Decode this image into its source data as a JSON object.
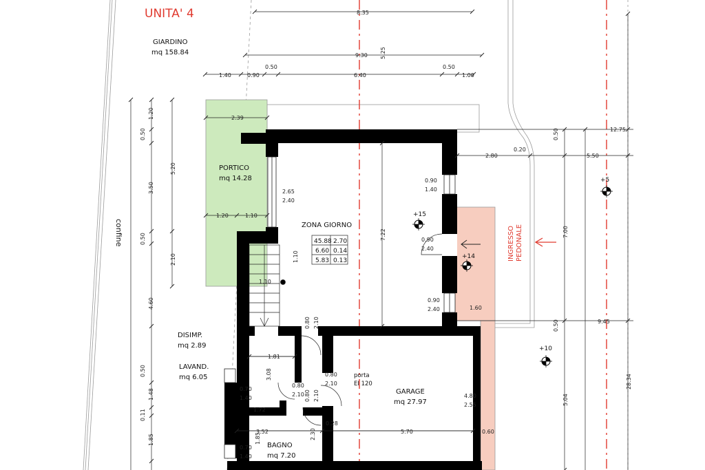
{
  "title": "UNITA' 4",
  "colors": {
    "accent": "#e03a2f",
    "portico_fill": "#cdeabd",
    "entry_fill": "#f7cdbf",
    "wall": "#000000"
  },
  "labels": {
    "giardino": "GIARDINO",
    "giardino_area": "mq 158.84",
    "portico": "PORTICO",
    "portico_area": "mq 14.28",
    "zona_giorno": "ZONA GIORNO",
    "disimp": "DISIMP.",
    "disimp_area": "mq 2.89",
    "lavand": "LAVAND.",
    "lavand_area": "mq 6.05",
    "bagno": "BAGNO",
    "bagno_area": "mq 7.20",
    "garage": "GARAGE",
    "garage_area": "mq 27.97",
    "porta": "porta",
    "porta_ei": "EI 120",
    "confine": "confine",
    "ingresso_1": "INGRESSO",
    "ingresso_2": "PEDONALE"
  },
  "zona_table": [
    [
      "45.88",
      "2.70"
    ],
    [
      "6.60",
      "0.14"
    ],
    [
      "5.83",
      "0.13"
    ]
  ],
  "levels": {
    "l15": "+15",
    "l14": "+14",
    "l5": "+5",
    "l10": "+10"
  },
  "dims": {
    "top_835": "8.35",
    "top_930": "9.30",
    "top_525": "5.25",
    "r3_140": "1.40",
    "r3_090": "0.90",
    "r3_050a": "0.50",
    "r3_640": "6.40",
    "r3_050b": "0.50",
    "r3_100": "1.00",
    "portico_239": "2.39",
    "portico_120": "1.20",
    "portico_110": "1.10",
    "portico_265": "2.65",
    "portico_240": "2.40",
    "zg_722": "7.22",
    "zg_110a": "1.10",
    "zg_110b": "1.10",
    "win_090a": "0.90",
    "win_140": "1.40",
    "door_090": "0.90",
    "door_240": "2.40",
    "win_090b": "0.90",
    "win_240": "2.40",
    "ing_160": "1.60",
    "r_280": "2.80",
    "r_020": "0.20",
    "r_1275": "12.75",
    "r_550": "5.50",
    "r_945": "9.45",
    "r_700": "7.00",
    "r_050a": "0.50",
    "r_050b": "0.50",
    "r_504": "5.04",
    "r_2834": "28.34",
    "l_120": "1.20",
    "l_050a": "0.50",
    "l_350": "3.50",
    "l_050b": "0.50",
    "l_460": "4.60",
    "l_050c": "0.50",
    "l_148": "1.48",
    "l_011": "0.11",
    "l_185": "1.85",
    "l_520": "5.20",
    "l_210": "2.10",
    "d_080a": "0.80",
    "d_210a": "2.10",
    "d_181": "1.81",
    "d_308": "3.08",
    "d_080b": "0.80",
    "d_210b": "2.10",
    "d_080c": "0.80",
    "d_210c": "2.10",
    "d_080d": "0.80",
    "d_210d": "2.10",
    "d_070a": "0.70",
    "d_140a": "1.40",
    "d_172": "1.72",
    "d_352": "3.52",
    "d_185": "1.85",
    "d_230": "2.30",
    "d_028": "0.28",
    "d_570": "5.70",
    "d_060": "0.60",
    "d_070b": "0.70",
    "d_140b": "1.40",
    "g_480": "4.80",
    "g_255": "2.55"
  }
}
